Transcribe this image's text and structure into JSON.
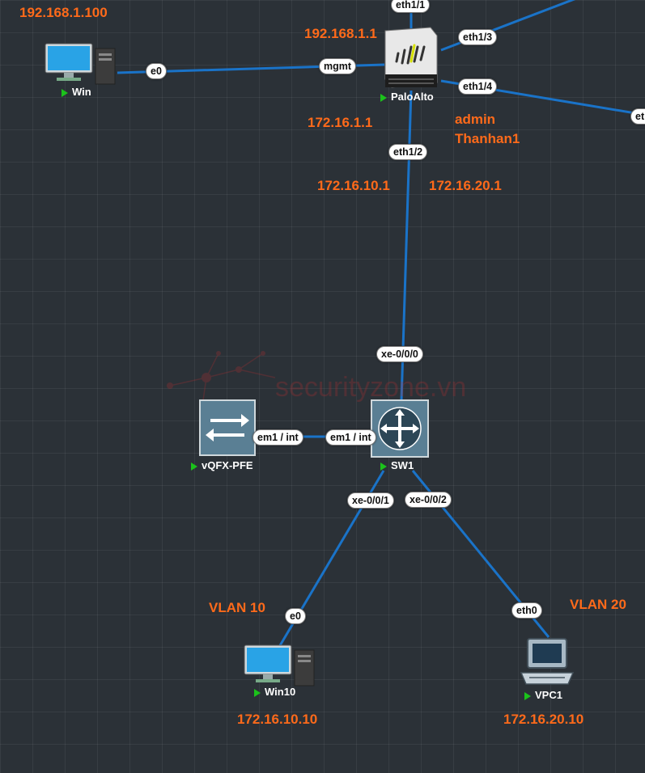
{
  "watermark": {
    "text": "securityzone.vn"
  },
  "nodes": {
    "win": {
      "label": "Win",
      "icon": "pc-icon"
    },
    "paloalto": {
      "label": "PaloAlto",
      "icon": "firewall-icon"
    },
    "vqfx_pfe": {
      "label": "vQFX-PFE",
      "icon": "switch-icon"
    },
    "sw1": {
      "label": "SW1",
      "icon": "router-icon"
    },
    "win10": {
      "label": "Win10",
      "icon": "pc-icon"
    },
    "vpc1": {
      "label": "VPC1",
      "icon": "terminal-icon"
    }
  },
  "ports": {
    "win_e0": "e0",
    "pa_mgmt": "mgmt",
    "pa_eth1_1": "eth1/1",
    "pa_eth1_3": "eth1/3",
    "pa_eth1_4": "eth1/4",
    "offscreen_eth": "et",
    "pa_eth1_2": "eth1/2",
    "sw1_xe000": "xe-0/0/0",
    "vqfx_em1": "em1 / int",
    "sw1_em1": "em1 / int",
    "sw1_xe001": "xe-0/0/1",
    "sw1_xe002": "xe-0/0/2",
    "win10_e0": "e0",
    "vpc1_eth0": "eth0"
  },
  "annotations": {
    "win_ip": "192.168.1.100",
    "pa_mgmt_ip": "192.168.1.1",
    "pa_inside_ip": "172.16.1.1",
    "pa_creds_user": "admin",
    "pa_creds_pass": "Thanhan1",
    "vlan10_gw": "172.16.10.1",
    "vlan20_gw": "172.16.20.1",
    "vlan10": "VLAN 10",
    "vlan20": "VLAN 20",
    "win10_ip": "172.16.10.10",
    "vpc1_ip": "172.16.20.10"
  },
  "colors": {
    "link": "#1a73c8",
    "annotation": "#ff6a1a",
    "background": "#2b3137",
    "node_running": "#1bc21b"
  }
}
